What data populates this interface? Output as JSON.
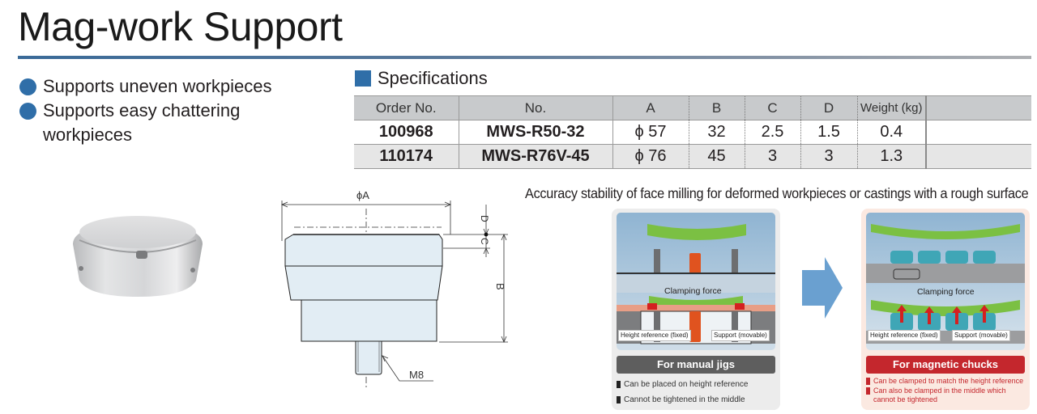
{
  "page": {
    "title": "Mag-work Support",
    "accent_color": "#2f6ea8"
  },
  "features": [
    "Supports uneven workpieces",
    "Supports easy chattering workpieces"
  ],
  "specifications": {
    "heading": "Specifications",
    "columns": [
      "Order No.",
      "No.",
      "A",
      "B",
      "C",
      "D",
      "Weight (kg)",
      ""
    ],
    "rows": [
      {
        "order_no": "100968",
        "no": "MWS-R50-32",
        "a": "ϕ 57",
        "b": "32",
        "c": "2.5",
        "d": "1.5",
        "weight": "0.4"
      },
      {
        "order_no": "110174",
        "no": "MWS-R76V-45",
        "a": "ϕ 76",
        "b": "45",
        "c": "3",
        "d": "3",
        "weight": "1.3"
      }
    ]
  },
  "drawing": {
    "dim_a": "ϕA",
    "dim_b": "B",
    "dim_c": "C",
    "dim_d": "D",
    "thread": "M8"
  },
  "comparison": {
    "title": "Accuracy stability of face milling for deformed workpieces or castings with a rough surface",
    "manual": {
      "clamping_label": "Clamping force",
      "height_ref_label": "Height reference (fixed)",
      "support_label": "Support (movable)",
      "banner": "For manual jigs",
      "notes": [
        "Can be placed on height reference",
        "Cannot be tightened in the middle"
      ]
    },
    "magnetic": {
      "clamping_label": "Clamping force",
      "height_ref_label": "Height reference (fixed)",
      "support_label": "Support (movable)",
      "banner": "For magnetic chucks",
      "notes": [
        "Can be clamped to match the height reference",
        "Can also be clamped in the middle which cannot be tightened"
      ]
    },
    "arrow_icon": "right-arrow-icon"
  }
}
